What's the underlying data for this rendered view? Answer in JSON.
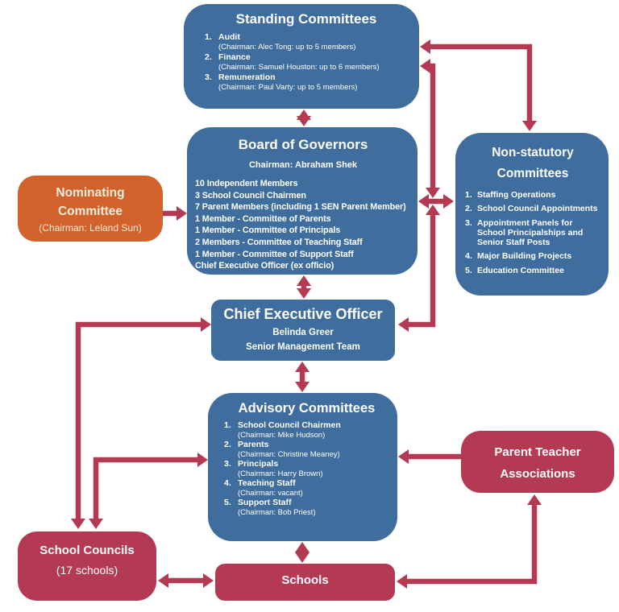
{
  "colors": {
    "box_blue": "#3F6D9D",
    "box_red": "#B43A54",
    "box_orange": "#D2622B",
    "arrow": "#B43A54",
    "text": "#FFFFFF"
  },
  "standing_committees": {
    "title": "Standing Committees",
    "items": [
      {
        "num": "1.",
        "name": "Audit",
        "chair": "(Chairman: Alec Tong: up to 5 members)"
      },
      {
        "num": "2.",
        "name": "Finance",
        "chair": "(Chairman: Samuel Houston: up to 6 members)"
      },
      {
        "num": "3.",
        "name": "Remuneration",
        "chair": "(Chairman: Paul Varty: up to 5 members)"
      }
    ]
  },
  "board_of_governors": {
    "title": "Board of Governors",
    "chairman": "Chairman: Abraham Shek",
    "members": [
      "10 Independent Members",
      "3 School Council Chairmen",
      "7 Parent Members (including 1 SEN Parent Member)",
      "1 Member - Committee of Parents",
      "1 Member - Committee of Principals",
      "2 Members - Committee of Teaching Staff",
      "1 Member - Committee of Support Staff",
      "Chief Executive Officer (ex officio)"
    ]
  },
  "nominating_committee": {
    "title_line1": "Nominating",
    "title_line2": "Committee",
    "chair": "(Chairman: Leland Sun)"
  },
  "non_statutory_committees": {
    "title_line1": "Non-statutory",
    "title_line2": "Committees",
    "items": [
      {
        "num": "1.",
        "text": "Staffing Operations"
      },
      {
        "num": "2.",
        "text": "School Council Appointments"
      },
      {
        "num": "3.",
        "text": "Appointment Panels for School Principalships and Senior Staff Posts"
      },
      {
        "num": "4.",
        "text": "Major Building Projects"
      },
      {
        "num": "5.",
        "text": "Education Committee"
      }
    ]
  },
  "ceo": {
    "title": "Chief Executive Officer",
    "name": "Belinda Greer",
    "team": "Senior Management Team"
  },
  "advisory_committees": {
    "title": "Advisory Committees",
    "items": [
      {
        "num": "1.",
        "name": "School Council Chairmen",
        "chair": "(Chairman: Mike Hudson)"
      },
      {
        "num": "2.",
        "name": "Parents",
        "chair": "(Chairman: Christine Meaney)"
      },
      {
        "num": "3.",
        "name": "Principals",
        "chair": "(Chairman: Harry Brown)"
      },
      {
        "num": "4.",
        "name": "Teaching Staff",
        "chair": "(Chairman: vacant)"
      },
      {
        "num": "5.",
        "name": "Support Staff",
        "chair": "(Chairman: Bob Priest)"
      }
    ]
  },
  "pta": {
    "title_line1": "Parent Teacher",
    "title_line2": "Associations"
  },
  "school_councils": {
    "title": "School Councils",
    "subtitle": "(17 schools)"
  },
  "schools": {
    "title": "Schools"
  }
}
